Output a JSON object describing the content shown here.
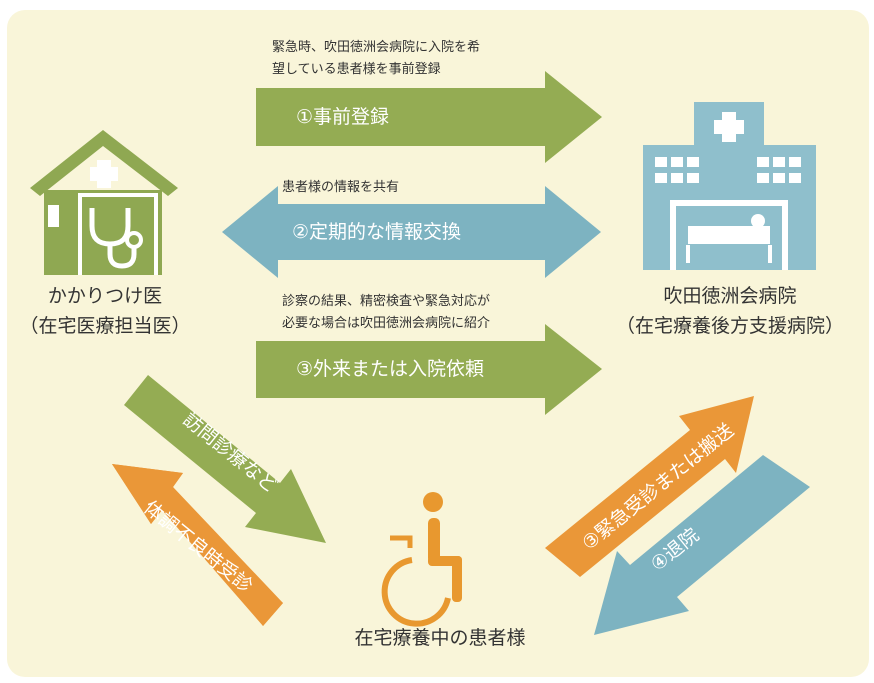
{
  "colors": {
    "background": "#f9f5d9",
    "green": "#94ac53",
    "blue": "#7db3c1",
    "orange": "#ea9738",
    "clinic_green": "#8fa852",
    "hospital_blue": "#8fbfcc",
    "patient_orange": "#e8982f"
  },
  "nodes": {
    "clinic": {
      "name": "かかりつけ医",
      "role": "（在宅医療担当医）",
      "icon": "clinic-house-stethoscope-icon"
    },
    "hospital": {
      "name": "吹田徳洲会病院",
      "role": "（在宅療養後方支援病院）",
      "icon": "hospital-building-bed-icon"
    },
    "patient": {
      "name": "在宅療養中の患者様",
      "icon": "wheelchair-person-icon"
    }
  },
  "flows": {
    "registration": {
      "note_line1": "緊急時、吹田徳洲会病院に入院を希",
      "note_line2": "望している患者様を事前登録",
      "label": "①事前登録"
    },
    "info_exchange": {
      "note": "患者様の情報を共有",
      "label": "②定期的な情報交換"
    },
    "referral": {
      "note_line1": "診察の結果、精密検査や緊急対応が",
      "note_line2": "必要な場合は吹田徳洲会病院に紹介",
      "label": "③外来または入院依頼"
    },
    "home_visit": {
      "label": "訪問診療など"
    },
    "unwell_visit": {
      "label": "体調不良時受診"
    },
    "emergency": {
      "label": "③緊急受診または搬送"
    },
    "discharge": {
      "label": "④退院"
    }
  }
}
